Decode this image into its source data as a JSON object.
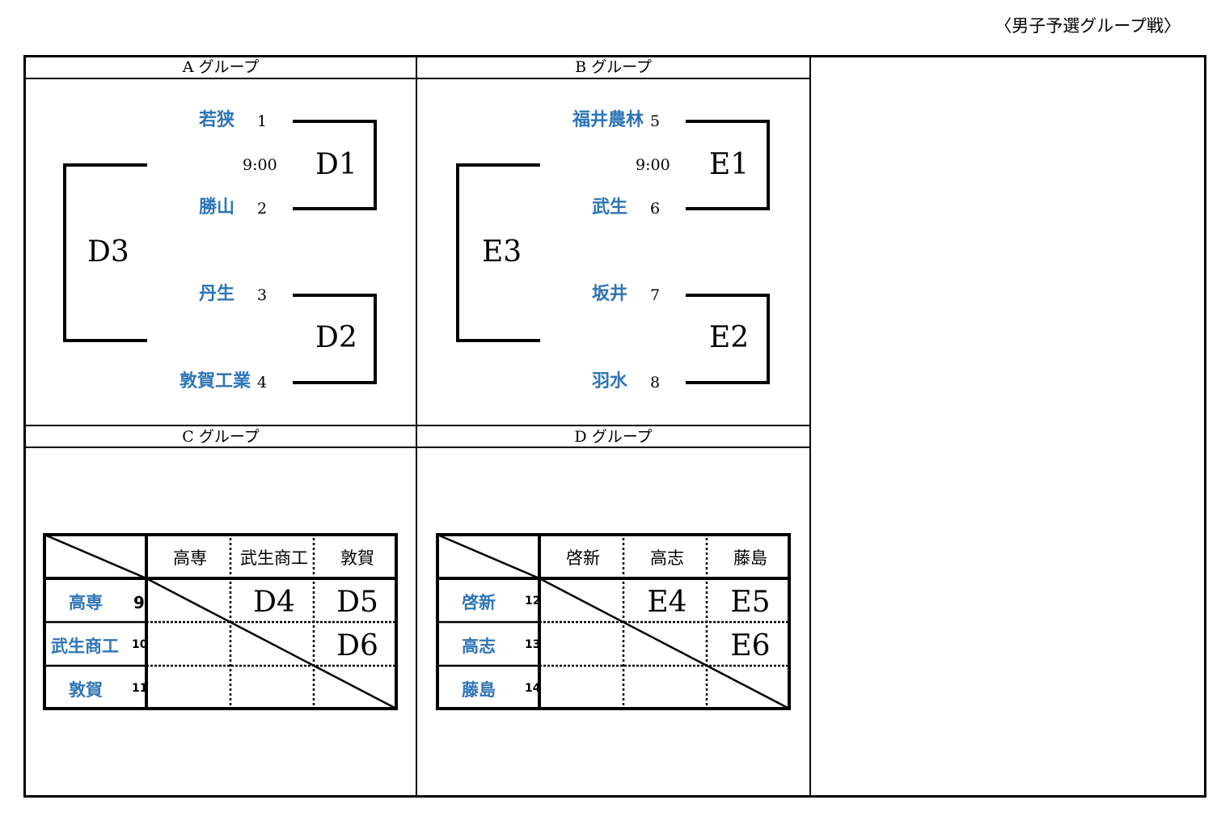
{
  "page_title": "〈男子予選グループ戦〉",
  "groups": {
    "A": {
      "label": "A グループ",
      "teams": [
        {
          "name": "若狭",
          "num": "1"
        },
        {
          "name": "勝山",
          "num": "2"
        },
        {
          "name": "丹生",
          "num": "3"
        },
        {
          "name": "敦賀工業",
          "num": "4"
        }
      ],
      "time": "9:00",
      "match_codes": [
        "D1",
        "D2",
        "D3"
      ]
    },
    "B": {
      "label": "B グループ",
      "teams": [
        {
          "name": "福井農林",
          "num": "5"
        },
        {
          "name": "武生",
          "num": "6"
        },
        {
          "name": "坂井",
          "num": "7"
        },
        {
          "name": "羽水",
          "num": "8"
        }
      ],
      "time": "9:00",
      "match_codes": [
        "E1",
        "E2",
        "E3"
      ]
    },
    "C": {
      "label": "C グループ",
      "columns": [
        "高専",
        "武生商工",
        "敦賀"
      ],
      "rows": [
        {
          "name": "高専",
          "num": "9"
        },
        {
          "name": "武生商工",
          "num": "10"
        },
        {
          "name": "敦賀",
          "num": "11"
        }
      ],
      "match_codes": [
        "D4",
        "D5",
        "D6"
      ]
    },
    "D": {
      "label": "D グループ",
      "columns": [
        "啓新",
        "高志",
        "藤島"
      ],
      "rows": [
        {
          "name": "啓新",
          "num": "12"
        },
        {
          "name": "高志",
          "num": "13"
        },
        {
          "name": "藤島",
          "num": "14"
        }
      ],
      "match_codes": [
        "E4",
        "E5",
        "E6"
      ]
    }
  }
}
